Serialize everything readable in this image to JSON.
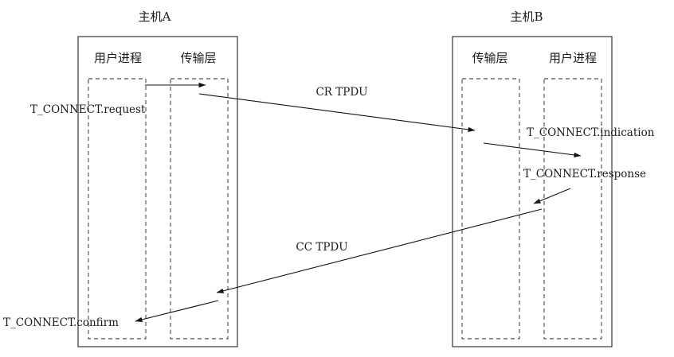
{
  "host_a": {
    "title": "主机A",
    "left_column_label": "用户进程",
    "right_column_label": "传输层"
  },
  "host_b": {
    "title": "主机B",
    "left_column_label": "传输层",
    "right_column_label": "用户进程"
  },
  "primitives": {
    "request": "T_CONNECT.request",
    "indication": "T_CONNECT.indication",
    "response": "T_CONNECT.response",
    "confirm": "T_CONNECT.confirm"
  },
  "pdus": {
    "cr": "CR TPDU",
    "cc": "CC TPDU"
  }
}
